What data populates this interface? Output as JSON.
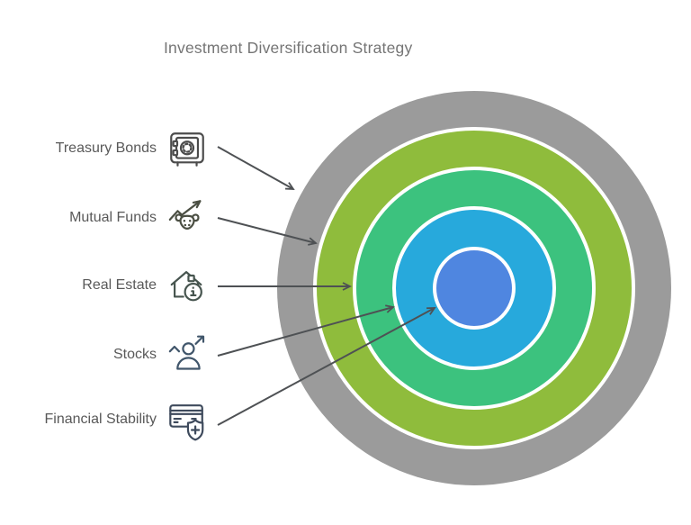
{
  "title": "Investment Diversification Strategy",
  "diagram": {
    "type": "target",
    "description": "Concentric target diagram, outermost ring to center core",
    "rings_outer_to_inner": [
      {
        "label": "Treasury Bonds",
        "color": "#9B9B9B"
      },
      {
        "label": "Mutual Funds",
        "color": "#8FBC3C"
      },
      {
        "label": "Real Estate",
        "color": "#3CC27E"
      },
      {
        "label": "Stocks",
        "color": "#27A9DC"
      },
      {
        "label": "Financial Stability",
        "color": "#4F86E0"
      }
    ]
  },
  "legend": {
    "items": [
      {
        "label": "Treasury Bonds",
        "icon": "safe-icon"
      },
      {
        "label": "Mutual Funds",
        "icon": "bull-trend-icon"
      },
      {
        "label": "Real Estate",
        "icon": "house-info-icon"
      },
      {
        "label": "Stocks",
        "icon": "person-growth-icon"
      },
      {
        "label": "Financial Stability",
        "icon": "card-shield-icon"
      }
    ]
  },
  "style": {
    "arrow_color": "#4E5154",
    "ring_gap_color": "#FFFFFF"
  }
}
